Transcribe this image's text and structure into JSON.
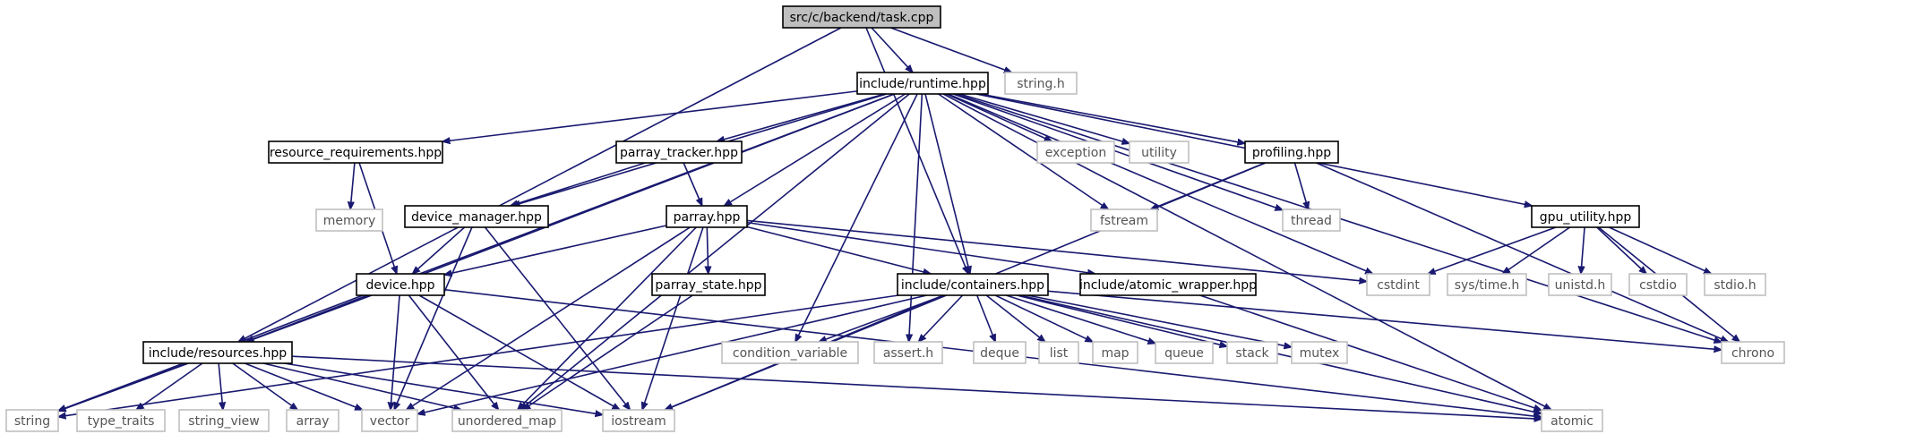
{
  "colors": {
    "edge": "#191970",
    "root_fill": "#bfbfbf",
    "header_stroke": "#000000",
    "system_stroke": "#bfbfbf",
    "system_text": "#555555",
    "background": "#ffffff"
  },
  "nodes": [
    {
      "id": "task_cpp",
      "label": "src/c/backend/task.cpp",
      "kind": "root"
    },
    {
      "id": "string_h",
      "label": "string.h",
      "kind": "system"
    },
    {
      "id": "runtime_hpp",
      "label": "include/runtime.hpp",
      "kind": "header"
    },
    {
      "id": "resource_requirements_hpp",
      "label": "resource_requirements.hpp",
      "kind": "header"
    },
    {
      "id": "parray_tracker_hpp",
      "label": "parray_tracker.hpp",
      "kind": "header"
    },
    {
      "id": "exception",
      "label": "exception",
      "kind": "system"
    },
    {
      "id": "utility",
      "label": "utility",
      "kind": "system"
    },
    {
      "id": "profiling_hpp",
      "label": "profiling.hpp",
      "kind": "header"
    },
    {
      "id": "memory",
      "label": "memory",
      "kind": "system"
    },
    {
      "id": "device_manager_hpp",
      "label": "device_manager.hpp",
      "kind": "header"
    },
    {
      "id": "parray_hpp",
      "label": "parray.hpp",
      "kind": "header"
    },
    {
      "id": "fstream",
      "label": "fstream",
      "kind": "system"
    },
    {
      "id": "thread",
      "label": "thread",
      "kind": "system"
    },
    {
      "id": "gpu_utility_hpp",
      "label": "gpu_utility.hpp",
      "kind": "header"
    },
    {
      "id": "device_hpp",
      "label": "device.hpp",
      "kind": "header"
    },
    {
      "id": "parray_state_hpp",
      "label": "parray_state.hpp",
      "kind": "header"
    },
    {
      "id": "containers_hpp",
      "label": "include/containers.hpp",
      "kind": "header"
    },
    {
      "id": "atomic_wrapper_hpp",
      "label": "include/atomic_wrapper.hpp",
      "kind": "header"
    },
    {
      "id": "cstdint",
      "label": "cstdint",
      "kind": "system"
    },
    {
      "id": "sys_time_h",
      "label": "sys/time.h",
      "kind": "system"
    },
    {
      "id": "unistd_h",
      "label": "unistd.h",
      "kind": "system"
    },
    {
      "id": "cstdio",
      "label": "cstdio",
      "kind": "system"
    },
    {
      "id": "stdio_h",
      "label": "stdio.h",
      "kind": "system"
    },
    {
      "id": "resources_hpp",
      "label": "include/resources.hpp",
      "kind": "header"
    },
    {
      "id": "condition_variable",
      "label": "condition_variable",
      "kind": "system"
    },
    {
      "id": "assert_h",
      "label": "assert.h",
      "kind": "system"
    },
    {
      "id": "deque",
      "label": "deque",
      "kind": "system"
    },
    {
      "id": "list",
      "label": "list",
      "kind": "system"
    },
    {
      "id": "map",
      "label": "map",
      "kind": "system"
    },
    {
      "id": "queue",
      "label": "queue",
      "kind": "system"
    },
    {
      "id": "stack",
      "label": "stack",
      "kind": "system"
    },
    {
      "id": "mutex",
      "label": "mutex",
      "kind": "system"
    },
    {
      "id": "chrono",
      "label": "chrono",
      "kind": "system"
    },
    {
      "id": "string",
      "label": "string",
      "kind": "system"
    },
    {
      "id": "type_traits",
      "label": "type_traits",
      "kind": "system"
    },
    {
      "id": "string_view",
      "label": "string_view",
      "kind": "system"
    },
    {
      "id": "array",
      "label": "array",
      "kind": "system"
    },
    {
      "id": "vector",
      "label": "vector",
      "kind": "system"
    },
    {
      "id": "unordered_map",
      "label": "unordered_map",
      "kind": "system"
    },
    {
      "id": "iostream",
      "label": "iostream",
      "kind": "system"
    },
    {
      "id": "atomic",
      "label": "atomic",
      "kind": "system"
    }
  ],
  "edges": [
    [
      "task_cpp",
      "runtime_hpp"
    ],
    [
      "task_cpp",
      "string_h"
    ],
    [
      "task_cpp",
      "resources_hpp"
    ],
    [
      "task_cpp",
      "containers_hpp"
    ],
    [
      "runtime_hpp",
      "resource_requirements_hpp"
    ],
    [
      "runtime_hpp",
      "parray_tracker_hpp"
    ],
    [
      "runtime_hpp",
      "exception"
    ],
    [
      "runtime_hpp",
      "utility"
    ],
    [
      "runtime_hpp",
      "profiling_hpp"
    ],
    [
      "runtime_hpp",
      "device_manager_hpp"
    ],
    [
      "runtime_hpp",
      "parray_hpp"
    ],
    [
      "runtime_hpp",
      "fstream"
    ],
    [
      "runtime_hpp",
      "thread"
    ],
    [
      "runtime_hpp",
      "gpu_utility_hpp"
    ],
    [
      "runtime_hpp",
      "containers_hpp"
    ],
    [
      "runtime_hpp",
      "resources_hpp"
    ],
    [
      "runtime_hpp",
      "condition_variable"
    ],
    [
      "runtime_hpp",
      "assert_h"
    ],
    [
      "runtime_hpp",
      "string"
    ],
    [
      "runtime_hpp",
      "unordered_map"
    ],
    [
      "runtime_hpp",
      "cstdint"
    ],
    [
      "runtime_hpp",
      "chrono"
    ],
    [
      "runtime_hpp",
      "atomic"
    ],
    [
      "resource_requirements_hpp",
      "memory"
    ],
    [
      "resource_requirements_hpp",
      "device_hpp"
    ],
    [
      "parray_tracker_hpp",
      "device_manager_hpp"
    ],
    [
      "parray_tracker_hpp",
      "parray_hpp"
    ],
    [
      "profiling_hpp",
      "fstream"
    ],
    [
      "profiling_hpp",
      "thread"
    ],
    [
      "profiling_hpp",
      "chrono"
    ],
    [
      "profiling_hpp",
      "iostream"
    ],
    [
      "device_manager_hpp",
      "device_hpp"
    ],
    [
      "device_manager_hpp",
      "vector"
    ],
    [
      "device_manager_hpp",
      "iostream"
    ],
    [
      "parray_hpp",
      "device_hpp"
    ],
    [
      "parray_hpp",
      "parray_state_hpp"
    ],
    [
      "parray_hpp",
      "containers_hpp"
    ],
    [
      "parray_hpp",
      "atomic_wrapper_hpp"
    ],
    [
      "parray_hpp",
      "cstdint"
    ],
    [
      "parray_hpp",
      "vector"
    ],
    [
      "parray_hpp",
      "unordered_map"
    ],
    [
      "parray_hpp",
      "iostream"
    ],
    [
      "gpu_utility_hpp",
      "cstdint"
    ],
    [
      "gpu_utility_hpp",
      "sys_time_h"
    ],
    [
      "gpu_utility_hpp",
      "unistd_h"
    ],
    [
      "gpu_utility_hpp",
      "cstdio"
    ],
    [
      "gpu_utility_hpp",
      "stdio_h"
    ],
    [
      "gpu_utility_hpp",
      "chrono"
    ],
    [
      "device_hpp",
      "resources_hpp"
    ],
    [
      "device_hpp",
      "string"
    ],
    [
      "device_hpp",
      "vector"
    ],
    [
      "device_hpp",
      "unordered_map"
    ],
    [
      "device_hpp",
      "iostream"
    ],
    [
      "device_hpp",
      "atomic"
    ],
    [
      "parray_state_hpp",
      "unordered_map"
    ],
    [
      "containers_hpp",
      "condition_variable"
    ],
    [
      "containers_hpp",
      "assert_h"
    ],
    [
      "containers_hpp",
      "deque"
    ],
    [
      "containers_hpp",
      "list"
    ],
    [
      "containers_hpp",
      "map"
    ],
    [
      "containers_hpp",
      "queue"
    ],
    [
      "containers_hpp",
      "stack"
    ],
    [
      "containers_hpp",
      "mutex"
    ],
    [
      "containers_hpp",
      "chrono"
    ],
    [
      "containers_hpp",
      "atomic"
    ],
    [
      "containers_hpp",
      "vector"
    ],
    [
      "containers_hpp",
      "iostream"
    ],
    [
      "containers_hpp",
      "string"
    ],
    [
      "atomic_wrapper_hpp",
      "atomic"
    ],
    [
      "resources_hpp",
      "string"
    ],
    [
      "resources_hpp",
      "type_traits"
    ],
    [
      "resources_hpp",
      "string_view"
    ],
    [
      "resources_hpp",
      "array"
    ],
    [
      "resources_hpp",
      "vector"
    ],
    [
      "resources_hpp",
      "unordered_map"
    ],
    [
      "resources_hpp",
      "iostream"
    ],
    [
      "resources_hpp",
      "atomic"
    ]
  ]
}
